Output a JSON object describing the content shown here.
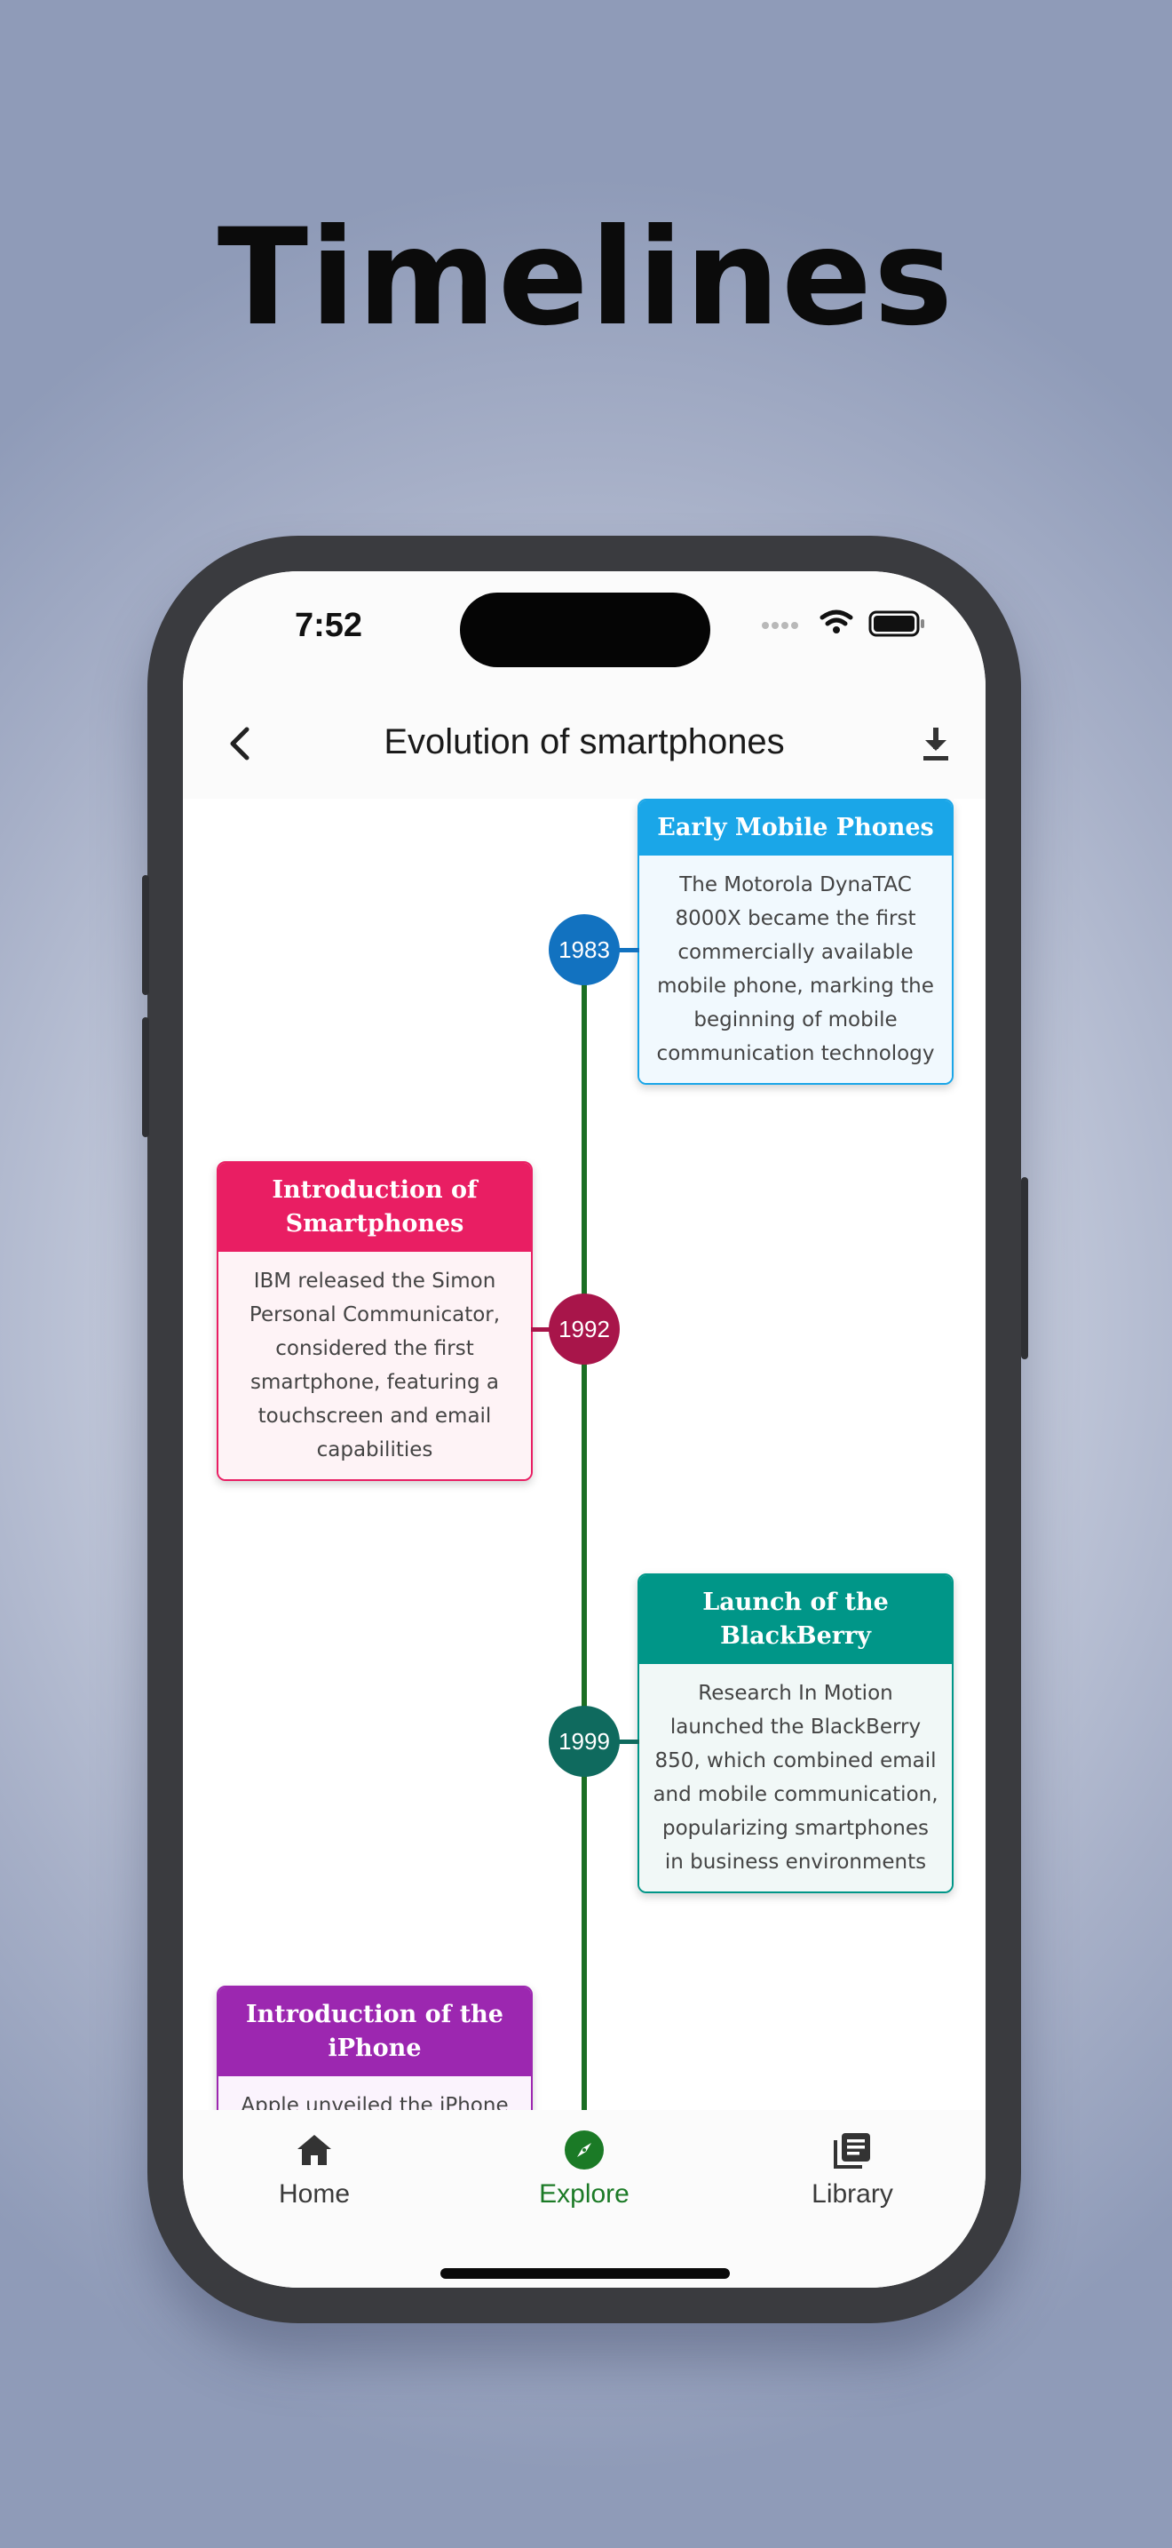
{
  "hero": {
    "title": "Timelines"
  },
  "status_bar": {
    "time": "7:52"
  },
  "header": {
    "title": "Evolution of smartphones"
  },
  "timeline": {
    "line_color": "#1b6e24",
    "events": [
      {
        "year": "1983",
        "title": "Early Mobile Phones",
        "description": "The Motorola DynaTAC 8000X became the first commercially available mobile phone, marking the beginning of mobile communication technology",
        "accent": "#1aa6e8",
        "dot_color": "#1272c0",
        "body_bg": "#f1f9fe",
        "side": "right"
      },
      {
        "year": "1992",
        "title": "Introduction of Smartphones",
        "description": "IBM released the Simon Personal Communicator, considered the first smartphone, featuring a touchscreen and email capabilities",
        "accent": "#e91e63",
        "dot_color": "#a8154a",
        "body_bg": "#fef3f6",
        "side": "left"
      },
      {
        "year": "1999",
        "title": "Launch of the BlackBerry",
        "description": "Research In Motion launched the BlackBerry 850, which combined email and mobile communication, popularizing smartphones in business environments",
        "accent": "#009688",
        "dot_color": "#0f6a5e",
        "body_bg": "#f1f8f7",
        "side": "right"
      },
      {
        "year": "",
        "title": "Introduction of the iPhone",
        "description": "Apple unveiled the iPhone",
        "accent": "#9c27b0",
        "dot_color": "#7b1fa2",
        "body_bg": "#fbf3fd",
        "side": "left"
      }
    ]
  },
  "bottom_nav": {
    "active_color": "#1b7a26",
    "items": [
      {
        "label": "Home",
        "icon": "home-icon"
      },
      {
        "label": "Explore",
        "icon": "compass-icon"
      },
      {
        "label": "Library",
        "icon": "library-icon"
      }
    ]
  }
}
